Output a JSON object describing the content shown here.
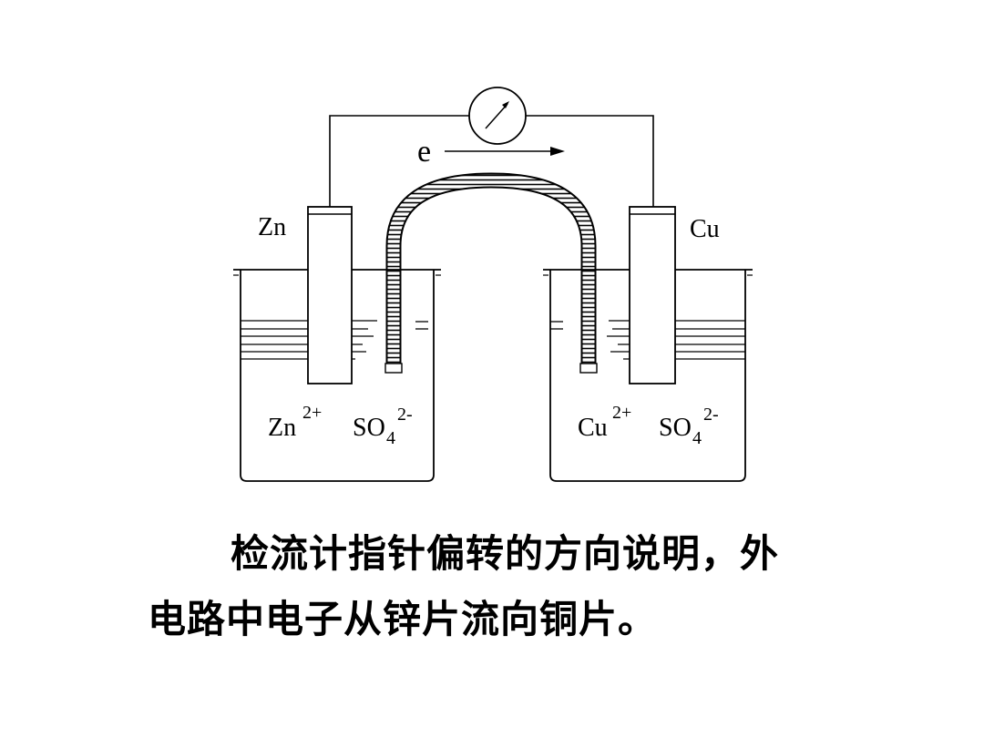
{
  "diagram": {
    "electron_label": "e",
    "left_electrode": "Zn",
    "right_electrode": "Cu",
    "left_ions": {
      "cation": "Zn",
      "cation_charge": "2+",
      "anion": "SO",
      "anion_sub": "4",
      "anion_charge": "2-"
    },
    "right_ions": {
      "cation": "Cu",
      "cation_charge": "2+",
      "anion": "SO",
      "anion_sub": "4",
      "anion_charge": "2-"
    }
  },
  "caption": {
    "line1": "检流计指针偏转的方向说明，外",
    "line2": "电路中电子从锌片流向铜片。"
  }
}
